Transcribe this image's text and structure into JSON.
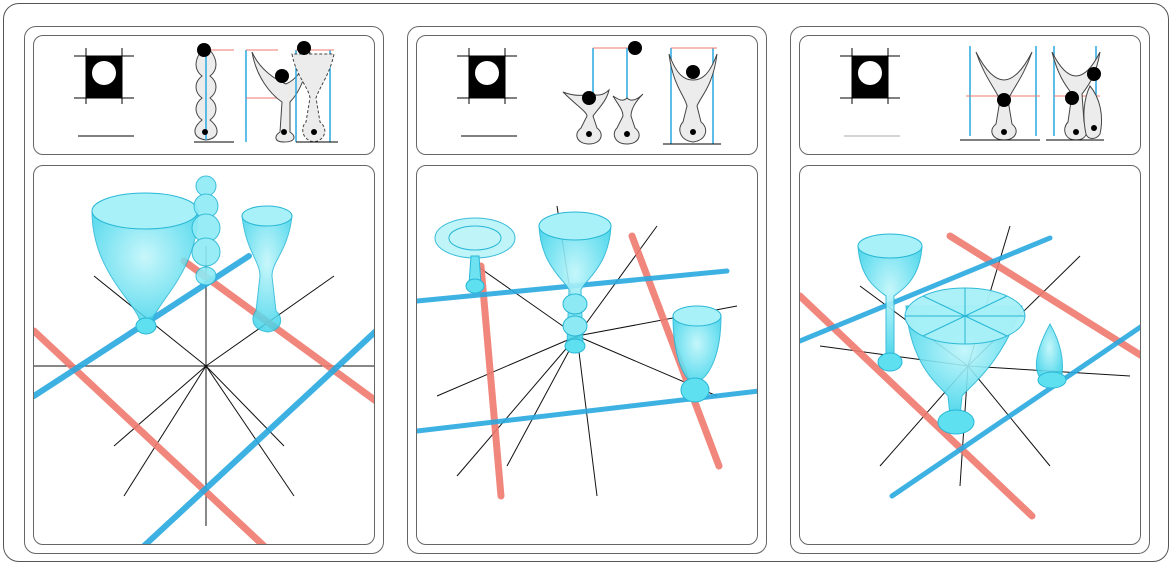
{
  "colors": {
    "frame_border": "#555555",
    "blue_line": "#2aa9e0",
    "red_line": "#ef7a6e",
    "glass_fill": "#5fe0f0",
    "glass_edge": "#27b7d6",
    "spokes": "#111111",
    "knob": "#000000",
    "profile_fill": "#ececec"
  },
  "panels": [
    {
      "id": "panel-1",
      "preview_icon": "white-circle-on-black-square-icon",
      "profiles": 3,
      "objects": [
        "wide-bowl-glass",
        "stacked-sphere-column",
        "tall-goblet"
      ]
    },
    {
      "id": "panel-2",
      "preview_icon": "white-circle-on-black-square-icon",
      "profiles": 3,
      "objects": [
        "flat-dish",
        "bowl-with-beads",
        "cup-on-sphere"
      ]
    },
    {
      "id": "panel-3",
      "preview_icon": "white-circle-on-black-square-icon",
      "profiles": 2,
      "objects": [
        "goblet",
        "large-wide-bowl",
        "teardrop"
      ]
    }
  ]
}
